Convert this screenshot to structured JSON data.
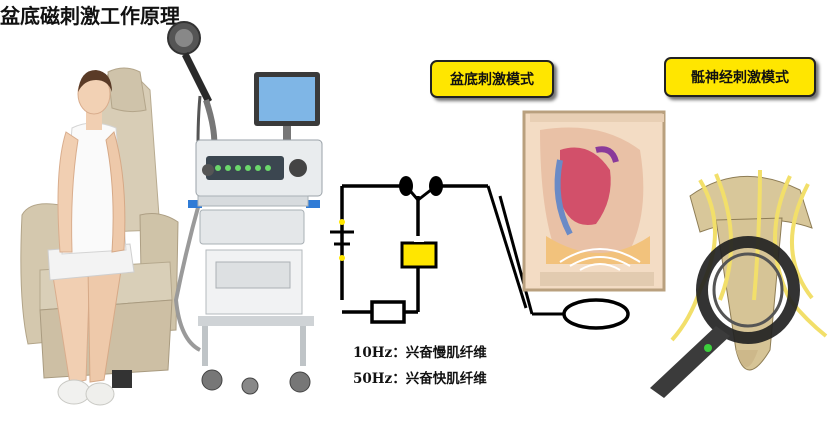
{
  "title": "盆底磁刺激工作原理",
  "modes": {
    "pelvic_floor": "盆底刺激模式",
    "sacral_nerve": "骶神经刺激模式"
  },
  "frequencies": [
    {
      "freq": "10Hz",
      "sep": "：",
      "desc": "兴奋慢肌纤维"
    },
    {
      "freq": "50Hz",
      "sep": "：",
      "desc": "兴奋快肌纤维"
    }
  ],
  "colors": {
    "mode_box_fill": "#ffe600",
    "capacitor_fill": "#ffe600",
    "circuit_line": "#000000",
    "nerve_yellow": "#f2df6a"
  }
}
